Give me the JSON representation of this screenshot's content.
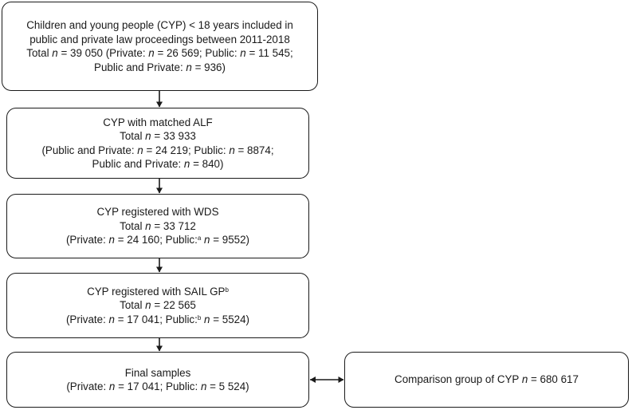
{
  "boxes": [
    {
      "id": "box1",
      "name": "initial-cohort-box",
      "lines": [
        "Children and young people (CYP) < 18 years included in",
        "public and private law proceedings between 2011-2018",
        "Total {n} = 39 050 (Private: {n} = 26 569; Public: {n} = 11 545;",
        "Public and Private: {n} = 936)"
      ]
    },
    {
      "id": "box2",
      "name": "matched-alf-box",
      "lines": [
        "CYP with matched ALF",
        "Total {n} = 33 933",
        "(Public and Private: {n} = 24 219; Public: {n} = 8874;",
        "Public and Private: {n} = 840)"
      ]
    },
    {
      "id": "box3",
      "name": "wds-registered-box",
      "lines": [
        "CYP registered with WDS",
        "Total {n} = 33 712",
        "(Private: {n} = 24 160; Public:{a} {n} = 9552)"
      ]
    },
    {
      "id": "box4",
      "name": "sail-gp-registered-box",
      "lines": [
        "CYP registered with SAIL GP{b}",
        "Total {n} = 22 565",
        "(Private: {n} = 17 041; Public:{b} {n} = 5524)"
      ]
    },
    {
      "id": "box5",
      "name": "final-samples-box",
      "lines": [
        "Final samples",
        "(Private: {n} = 17 041; Public: {n} = 5 524)"
      ]
    },
    {
      "id": "box6",
      "name": "comparison-group-box",
      "lines": [
        "Comparison group of CYP {n} = 680 617"
      ]
    }
  ],
  "italic_symbol": "n",
  "superscripts": {
    "a": "a",
    "b": "b"
  },
  "colors": {
    "line": "#1a1a1a",
    "text": "#1a1a1a",
    "background": "#ffffff"
  }
}
